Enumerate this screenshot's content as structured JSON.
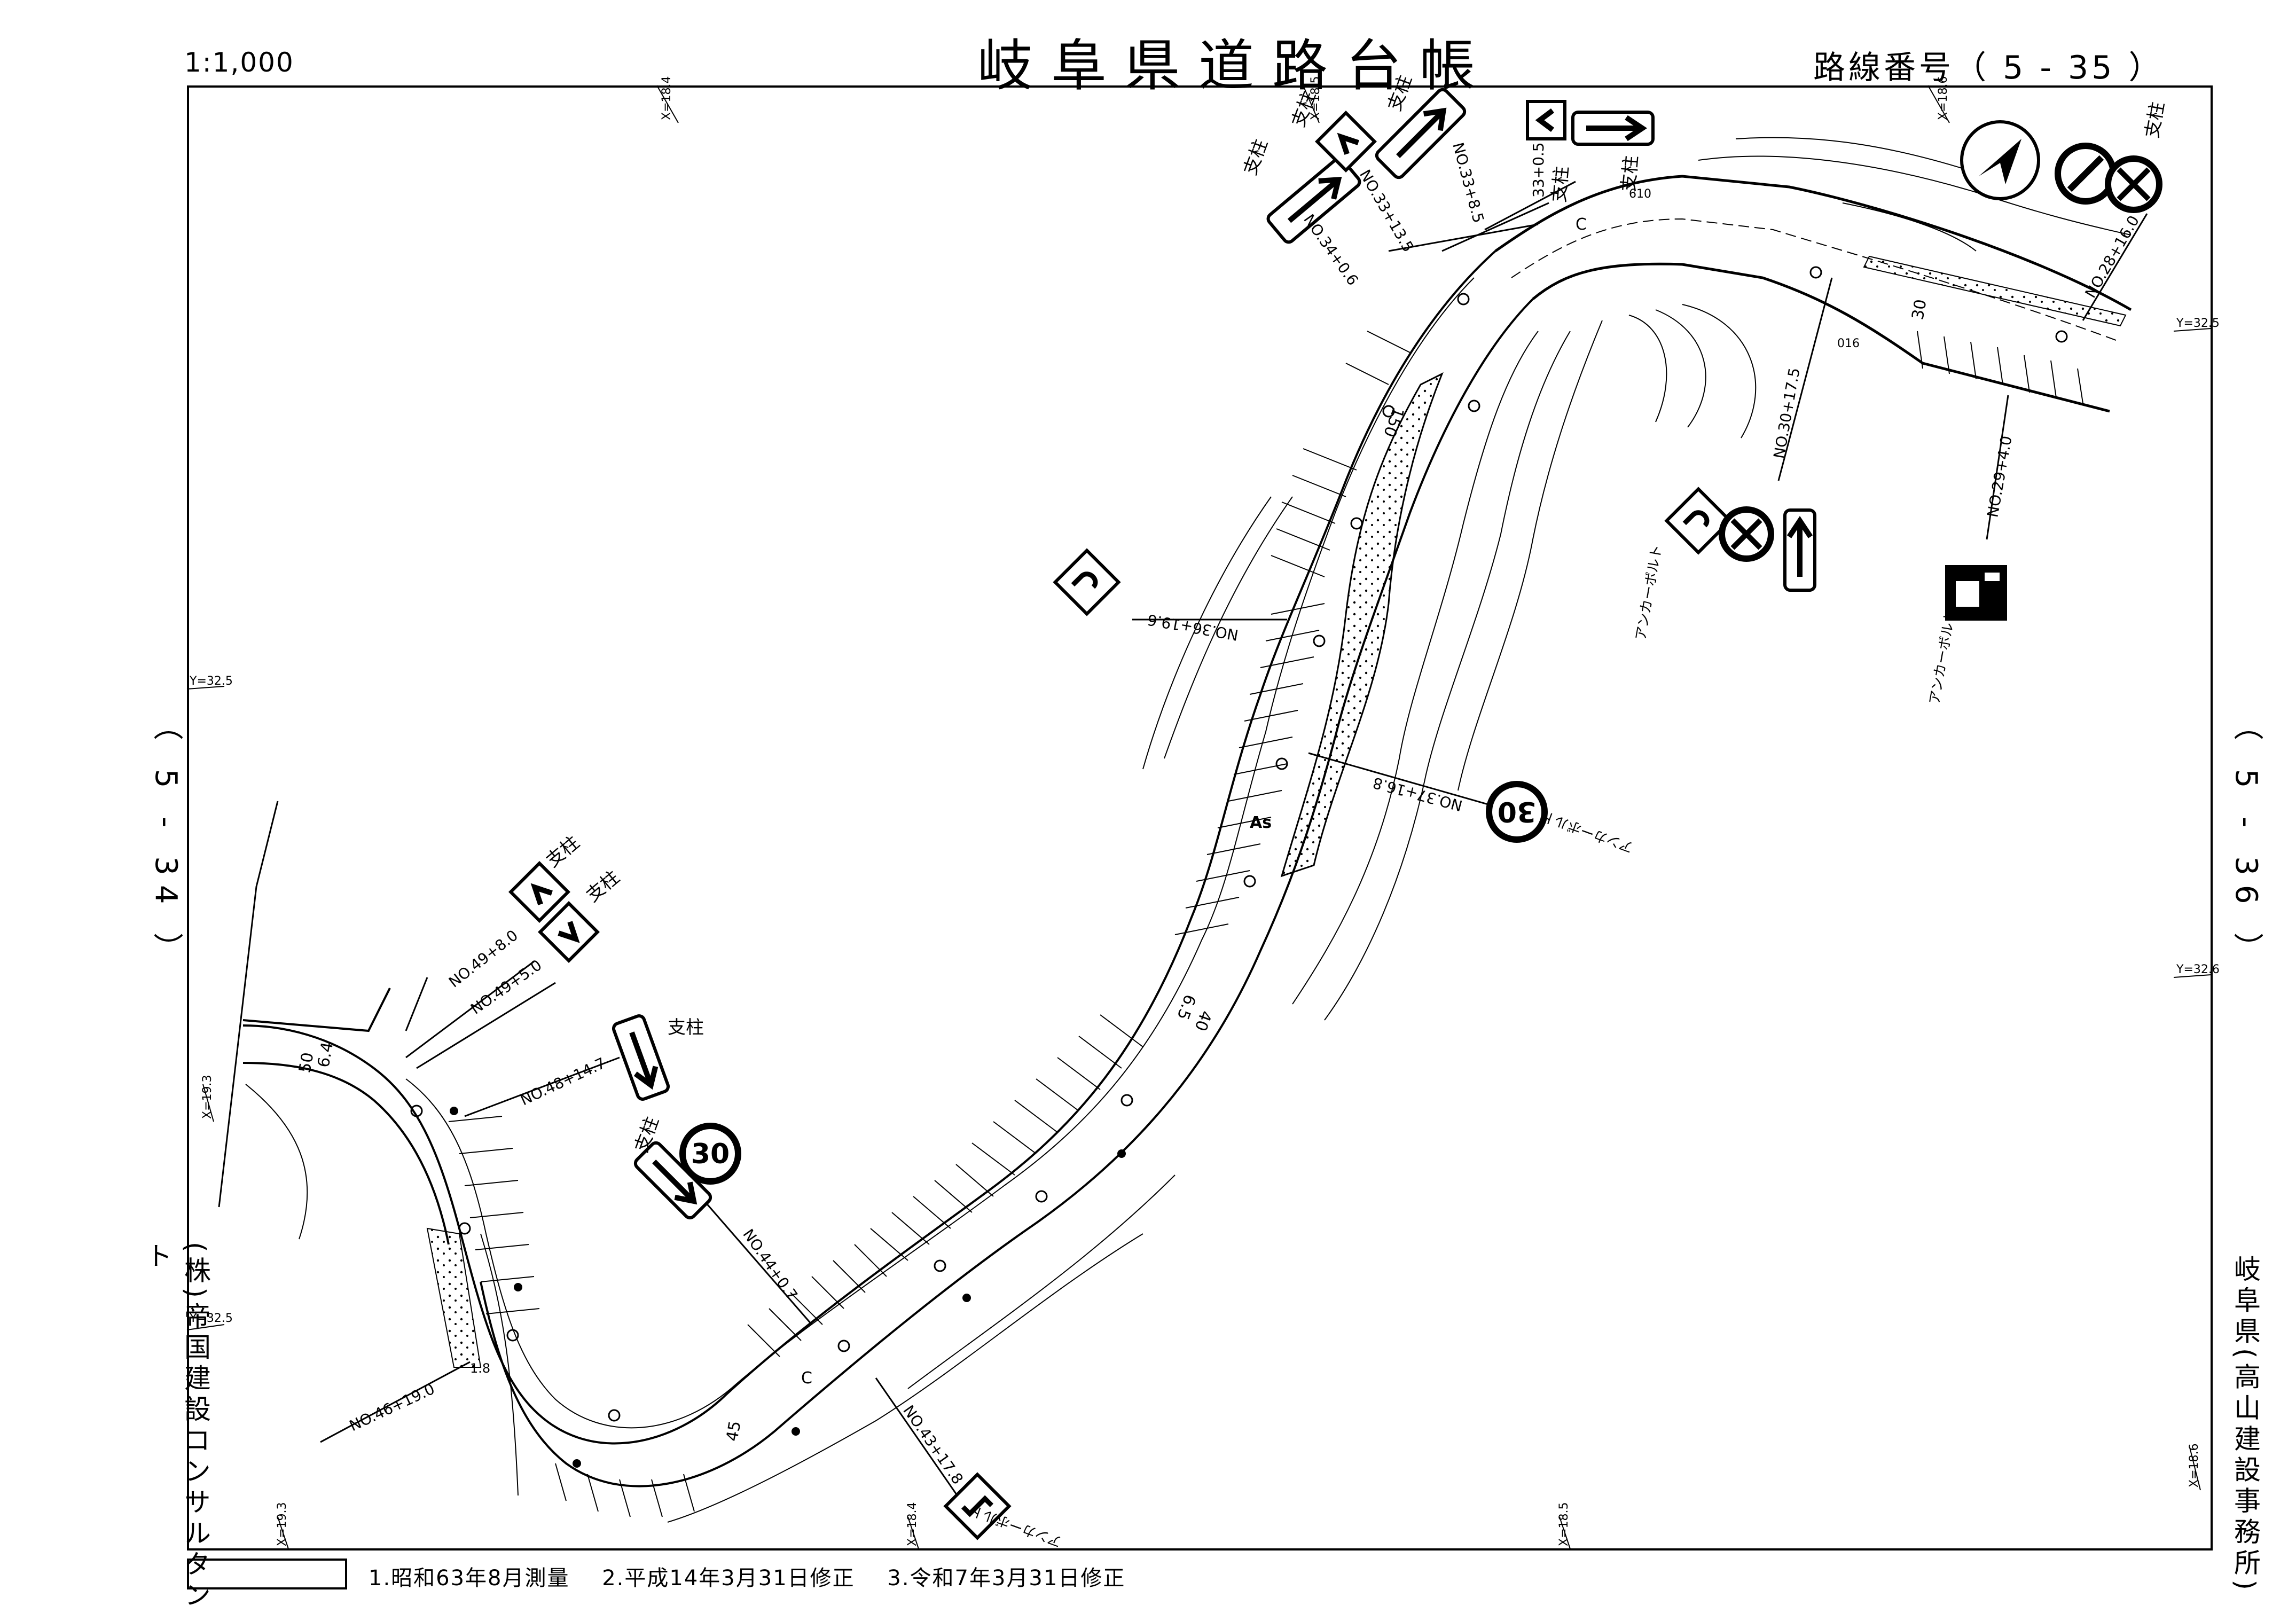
{
  "header": {
    "scale": "1:1,000",
    "title": "岐阜県道路台帳",
    "route": "路線番号（ 5 - 35 ）"
  },
  "sides": {
    "left_sheet": "（ 5 - 34 ）",
    "right_sheet": "（ 5 - 36 ）",
    "company": "(株)帝国建設コンサルタント",
    "office": "岐阜県(高山建設事務所)"
  },
  "legend": {
    "notes": [
      "1.昭和63年8月測量",
      "2.平成14年3月31日修正",
      "3.令和7年3月31日修正"
    ]
  },
  "map": {
    "stations": {
      "s33_05": "33+0.5",
      "s33_85": "NO.33+8.5",
      "s33_135": "NO.33+13.5",
      "s34_06": "NO.34+0.6",
      "s36_196": "NO.36+19.6",
      "s37_168": "NO.37+16.8",
      "s30_175": "NO.30+17.5",
      "s29_40": "NO.29+4.0",
      "s28_160": "NO.28+16.0",
      "s49_80": "NO.49+8.0",
      "s49_50": "NO.49+5.0",
      "s48_147": "NO.48+14.7",
      "s44_07": "NO.44+0.7",
      "s43_178": "NO.43+17.8",
      "s46_190": "NO.46+19.0"
    },
    "labels": {
      "post": "支柱",
      "anchor_bolt": "アンカーボルト",
      "surface": "As",
      "mark_c": "C",
      "w_150": "150",
      "w_50": "50",
      "w_64": "6.4",
      "w_45": "45",
      "w_40": "40",
      "w_65": "6.5",
      "w_30": "30",
      "w_18": "1.8",
      "w_610": "610",
      "w_016": "016"
    },
    "speed_limit": "30",
    "grid": {
      "x184": "X=18.4",
      "x185": "X=18.5",
      "x186": "X=18.6",
      "x193": "X=19.3",
      "y325": "Y=32.5",
      "y326": "Y=32.6"
    },
    "icons": [
      "north-arrow-icon",
      "no-entry-icon",
      "no-parking-icon",
      "direction-arrow-icon",
      "chevron-icon",
      "curve-warning-icon",
      "speed-limit-icon"
    ]
  }
}
